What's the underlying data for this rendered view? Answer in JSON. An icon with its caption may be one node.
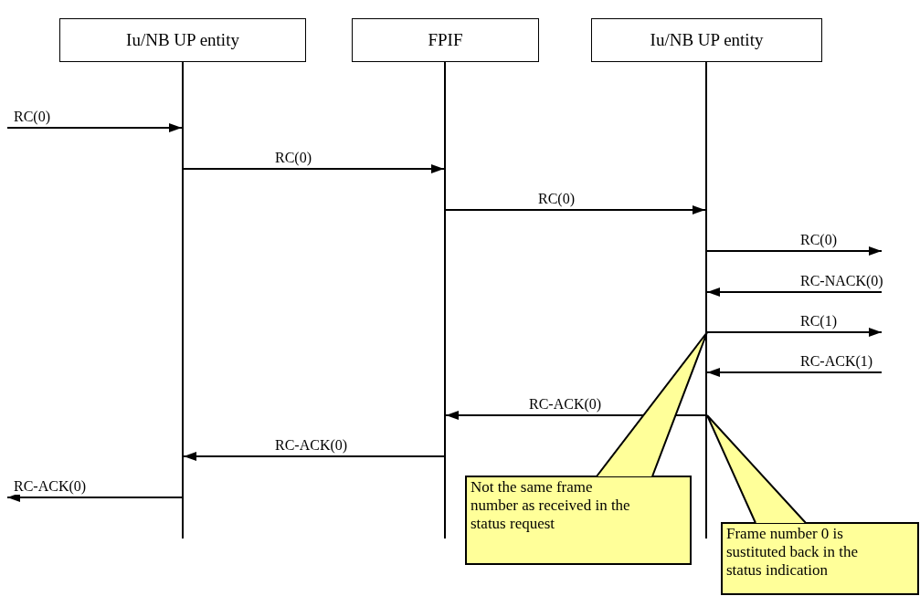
{
  "diagram": {
    "nodes": [
      {
        "text": [
          "Iu/NB UP entity"
        ]
      },
      {
        "text": [
          "FPIF"
        ]
      },
      {
        "text": [
          "Iu/NB UP entity"
        ]
      },
      {
        "text": [],
        "shape": "bar"
      },
      {
        "text": [],
        "shape": "bar"
      },
      {
        "text": [],
        "shape": "bar"
      },
      {
        "text": [
          "Not the same frame number as received in the status request"
        ]
      },
      {
        "text": [
          "Frame number 0 is sustituted back in the status indication"
        ]
      }
    ],
    "edges": [
      {
        "from": null,
        "to": 3,
        "arrow": "to",
        "label": "RC(0)"
      },
      {
        "from": 3,
        "to": 4,
        "arrow": "to",
        "label": "RC(0)"
      },
      {
        "from": 4,
        "to": 5,
        "arrow": "to",
        "label": "RC(0)"
      },
      {
        "from": 5,
        "to": null,
        "arrow": "to",
        "label": "RC(0)"
      },
      {
        "from": null,
        "to": 5,
        "arrow": "to",
        "label": "RC-NACK(0)"
      },
      {
        "from": 5,
        "to": null,
        "arrow": "to",
        "label": "RC(1)"
      },
      {
        "from": null,
        "to": 5,
        "arrow": "to",
        "label": "RC-ACK(1)"
      },
      {
        "from": 5,
        "to": 4,
        "arrow": "to",
        "label": "RC-ACK(0)"
      },
      {
        "from": 4,
        "to": 3,
        "arrow": "to",
        "label": "RC-ACK(0)"
      },
      {
        "from": 3,
        "to": null,
        "arrow": "to",
        "label": "RC-ACK(0)"
      },
      {
        "from": 6,
        "to": 5,
        "arrow": "none"
      },
      {
        "from": 7,
        "to": 5,
        "arrow": "none"
      }
    ]
  }
}
